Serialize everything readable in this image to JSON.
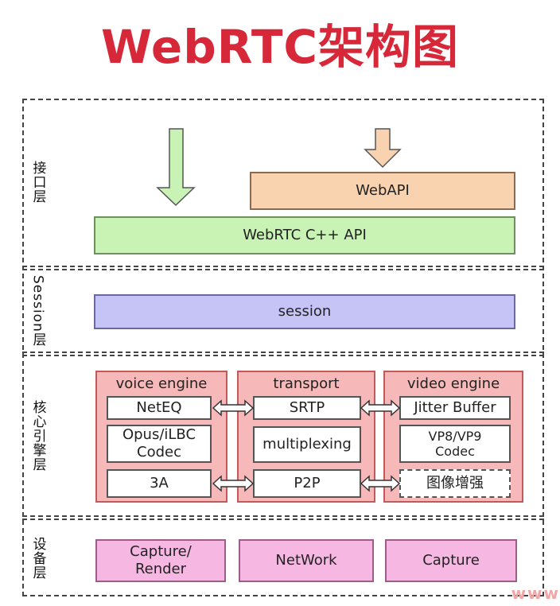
{
  "title": "WebRTC架构图",
  "layers": {
    "interface": "接口层",
    "session": "Session层",
    "core": "核心引擎层",
    "device": "设备层"
  },
  "interface_layer": {
    "webapi": "WebAPI",
    "cpp_api": "WebRTC C++ API"
  },
  "session_layer": {
    "session": "session"
  },
  "core_layer": {
    "voice_engine": {
      "title": "voice engine",
      "items": [
        "NetEQ",
        "Opus/iLBC\nCodec",
        "3A"
      ]
    },
    "transport": {
      "title": "transport",
      "items": [
        "SRTP",
        "multiplexing",
        "P2P"
      ]
    },
    "video_engine": {
      "title": "video engine",
      "items": [
        "Jitter Buffer",
        "VP8/VP9\nCodec",
        "图像增强"
      ]
    }
  },
  "device_layer": {
    "items": [
      "Capture/\nRender",
      "NetWork",
      "Capture"
    ]
  },
  "colors": {
    "title": "#d7283a",
    "webapi": "#f9d2b0",
    "cpp_api": "#c9f2b5",
    "session": "#c6c4f6",
    "engine": "#f6b8b8",
    "device": "#f6b8e3"
  },
  "watermark": "www"
}
